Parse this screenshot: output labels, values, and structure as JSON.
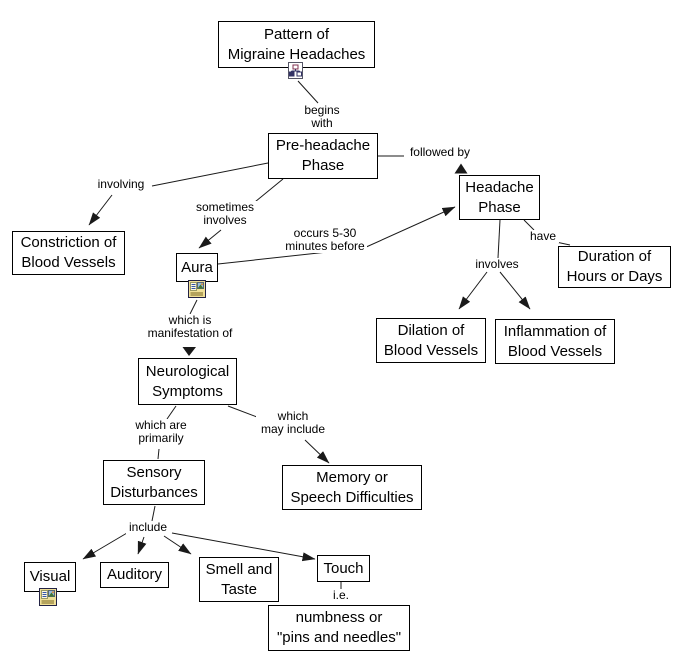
{
  "diagram": {
    "type": "concept-map",
    "topic": "Pattern of Migraine Headaches",
    "colors": {
      "node_fill": "#ffffff",
      "node_border": "#000000",
      "text": "#000000",
      "line": "#1a1a1a"
    },
    "icons": {
      "pattern_resource": "concept-map-icon",
      "aura_resource": "image-resource-icon",
      "visual_resource": "image-resource-icon"
    },
    "nodes": {
      "pattern": {
        "label": "Pattern of\nMigraine Headaches"
      },
      "prehead": {
        "label": "Pre-headache\nPhase"
      },
      "headache": {
        "label": "Headache\nPhase"
      },
      "constriction": {
        "label": "Constriction of\nBlood Vessels"
      },
      "aura": {
        "label": "Aura"
      },
      "duration": {
        "label": "Duration of\nHours or Days"
      },
      "dilation": {
        "label": "Dilation of\nBlood Vessels"
      },
      "inflammation": {
        "label": "Inflammation of\nBlood Vessels"
      },
      "neurological": {
        "label": "Neurological\nSymptoms"
      },
      "sensory": {
        "label": "Sensory\nDisturbances"
      },
      "memory": {
        "label": "Memory or\nSpeech Difficulties"
      },
      "visual": {
        "label": "Visual"
      },
      "auditory": {
        "label": "Auditory"
      },
      "smell": {
        "label": "Smell and\nTaste"
      },
      "touch": {
        "label": "Touch"
      },
      "numbness": {
        "label": "numbness or\n\"pins and needles\""
      }
    },
    "links": {
      "begins_with": {
        "label": "begins\nwith",
        "from": "pattern",
        "to": [
          "prehead"
        ]
      },
      "followed_by": {
        "label": "followed by",
        "from": "prehead",
        "to": [
          "headache"
        ]
      },
      "involving": {
        "label": "involving",
        "from": "prehead",
        "to": [
          "constriction"
        ]
      },
      "sometimes_involves": {
        "label": "sometimes\ninvolves",
        "from": "prehead",
        "to": [
          "aura"
        ]
      },
      "occurs_before": {
        "label": "occurs 5-30\nminutes before",
        "from": "aura",
        "to": [
          "headache"
        ]
      },
      "have": {
        "label": "have",
        "from": "headache",
        "to": [
          "duration"
        ]
      },
      "involves": {
        "label": "involves",
        "from": "headache",
        "to": [
          "dilation",
          "inflammation"
        ]
      },
      "manifestation": {
        "label": "which is\nmanifestation of",
        "from": "aura",
        "to": [
          "neurological"
        ]
      },
      "which_are_primarily": {
        "label": "which are\nprimarily",
        "from": "neurological",
        "to": [
          "sensory"
        ]
      },
      "which_may_include": {
        "label": "which\nmay include",
        "from": "neurological",
        "to": [
          "memory"
        ]
      },
      "include": {
        "label": "include",
        "from": "sensory",
        "to": [
          "visual",
          "auditory",
          "smell",
          "touch"
        ]
      },
      "ie": {
        "label": "i.e.",
        "from": "touch",
        "to": [
          "numbness"
        ]
      }
    }
  }
}
